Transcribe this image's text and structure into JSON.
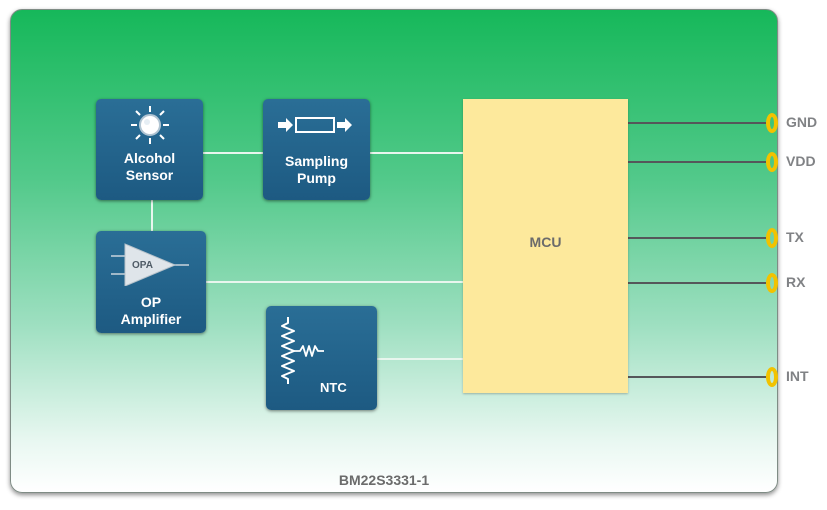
{
  "blocks": {
    "alcohol_sensor": {
      "line1": "Alcohol",
      "line2": "Sensor"
    },
    "sampling_pump": {
      "line1": "Sampling",
      "line2": "Pump"
    },
    "op_amplifier": {
      "chip": "OPA",
      "line1": "OP",
      "line2": "Amplifier"
    },
    "ntc": {
      "label": "NTC"
    },
    "mcu": {
      "label": "MCU"
    }
  },
  "pins": [
    {
      "label": "GND"
    },
    {
      "label": "VDD"
    },
    {
      "label": "TX"
    },
    {
      "label": "RX"
    },
    {
      "label": "INT"
    }
  ],
  "model": "BM22S3331-1",
  "colors": {
    "block_blue": "#1d5a82",
    "mcu_yellow": "#fde99c",
    "pin_yellow": "#f2c200",
    "board_green": "#16b85a"
  }
}
